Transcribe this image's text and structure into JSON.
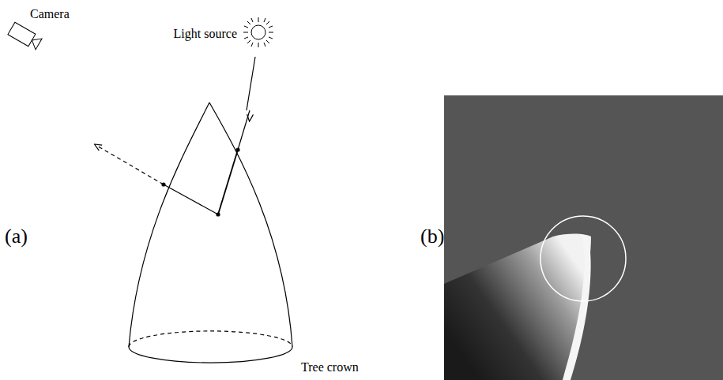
{
  "diagram": {
    "labels": [
      "Light source",
      "Camera",
      "Tree crown",
      "(a)",
      "(b)"
    ]
  }
}
